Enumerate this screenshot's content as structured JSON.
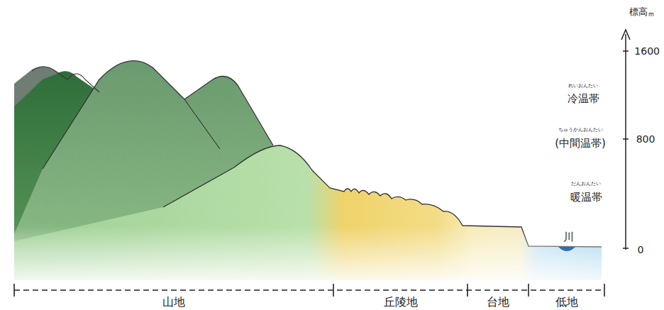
{
  "diagram": {
    "labels": [
      "標高",
      "m",
      "1600",
      "れいおんたい",
      "冷温帯",
      "ちゅうかんおんたい",
      "(中間温帯)",
      "800",
      "だんおんたい",
      "暖温帯",
      "0",
      "川",
      "山地",
      "丘陵地",
      "台地",
      "低地"
    ]
  }
}
